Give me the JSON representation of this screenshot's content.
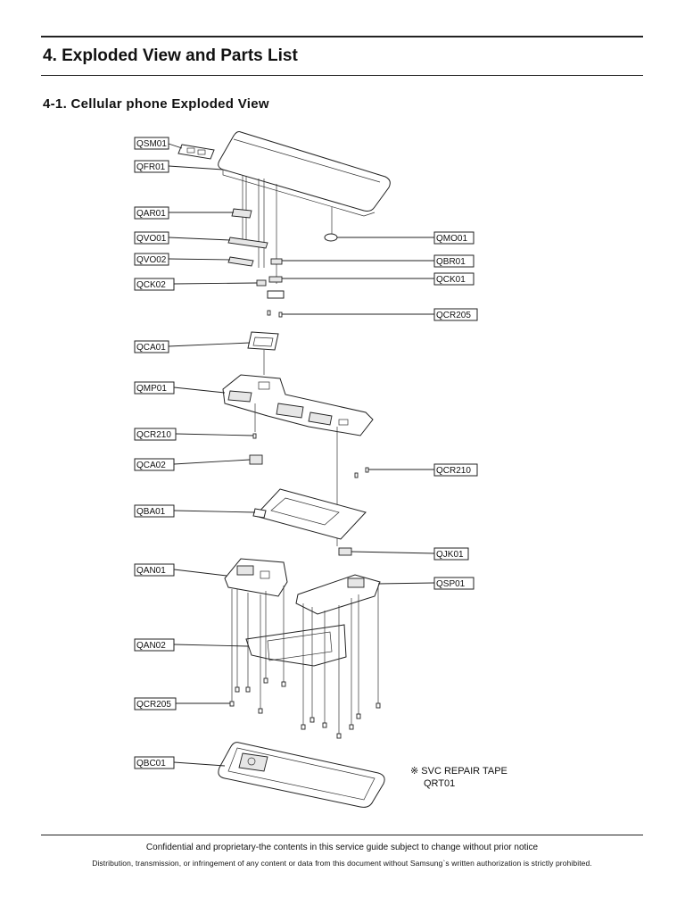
{
  "page": {
    "heading": "4. Exploded View and Parts List",
    "subheading": "4-1. Cellular phone Exploded View"
  },
  "labels": {
    "left": [
      "QSM01",
      "QFR01",
      "QAR01",
      "QVO01",
      "QVO02",
      "QCK02",
      "QCA01",
      "QMP01",
      "QCR210",
      "QCA02",
      "QBA01",
      "QAN01",
      "QAN02",
      "QCR205",
      "QBC01"
    ],
    "right": [
      "QMO01",
      "QBR01",
      "QCK01",
      "QCR205",
      "QCR210",
      "QJK01",
      "QSP01"
    ]
  },
  "note": {
    "symbol": "※",
    "line1": "SVC REPAIR TAPE",
    "line2": "QRT01"
  },
  "footer": {
    "line1": "Confidential and proprietary-the contents in this service guide subject to change without prior notice",
    "line2": "Distribution, transmission, or infringement of any content or data from this document without Samsung`s written authorization is strictly prohibited."
  }
}
